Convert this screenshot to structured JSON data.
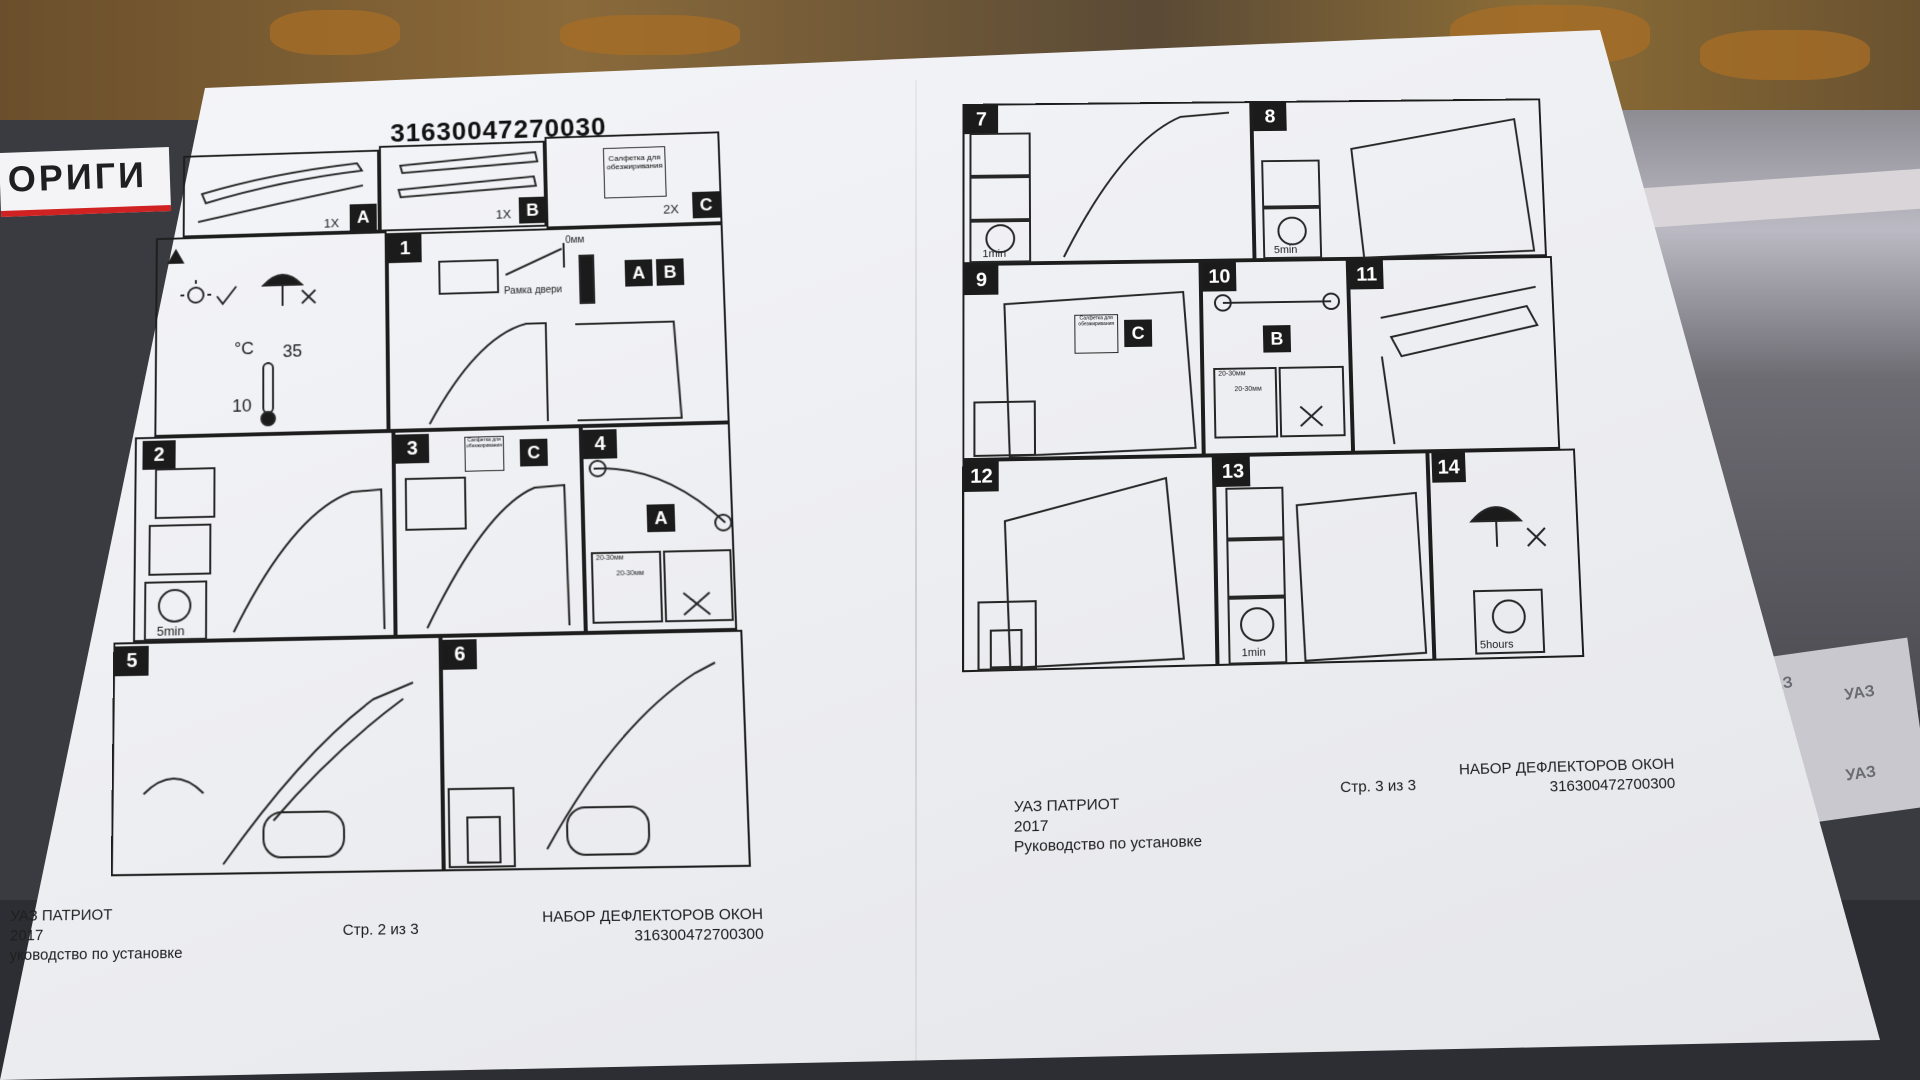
{
  "background": {
    "banner_text": "ОРИГИ",
    "tape_text": "УАЗ"
  },
  "left_page": {
    "part_number": "31630047270030",
    "kit": {
      "a": {
        "qty": "1X",
        "tag": "A"
      },
      "b": {
        "qty": "1X",
        "tag": "B"
      },
      "c": {
        "qty": "2X",
        "tag": "C",
        "wipe_label": "Салфетка для обезжиривания"
      }
    },
    "conditions": {
      "temp_unit": "°C",
      "temp_max": "35",
      "temp_min": "10"
    },
    "steps": [
      {
        "n": "1",
        "gap": "0мм",
        "frame_label": "Рамка двери",
        "tag_a": "A",
        "tag_b": "B"
      },
      {
        "n": "2",
        "time": "5min"
      },
      {
        "n": "3",
        "tag": "C",
        "wipe_label": "Салфетка для обезжиривания"
      },
      {
        "n": "4",
        "tag": "A",
        "range1": "20-30мм",
        "range2": "20-30мм"
      },
      {
        "n": "5"
      },
      {
        "n": "6"
      }
    ],
    "footer": {
      "model": "УАЗ ПАТРИОТ",
      "year": "2017",
      "doc": "уководство по установке",
      "page": "Стр. 2 из 3",
      "title": "НАБОР ДЕФЛЕКТОРОВ ОКОН",
      "code": "316300472700300"
    }
  },
  "right_page": {
    "steps": [
      {
        "n": "7",
        "time": "1min"
      },
      {
        "n": "8",
        "time": "5min"
      },
      {
        "n": "9",
        "tag": "C",
        "wipe_label": "Салфетка для обезжиривания"
      },
      {
        "n": "10",
        "tag": "B",
        "range1": "20-30мм",
        "range2": "20-30мм"
      },
      {
        "n": "11"
      },
      {
        "n": "12"
      },
      {
        "n": "13",
        "time": "1min"
      },
      {
        "n": "14",
        "time": "5hours"
      }
    ],
    "footer": {
      "model": "УАЗ ПАТРИОТ",
      "year": "2017",
      "doc": "Руководство по установке",
      "page": "Стр. 3 из 3",
      "title": "НАБОР ДЕФЛЕКТОРОВ ОКОН",
      "code": "316300472700300"
    }
  }
}
